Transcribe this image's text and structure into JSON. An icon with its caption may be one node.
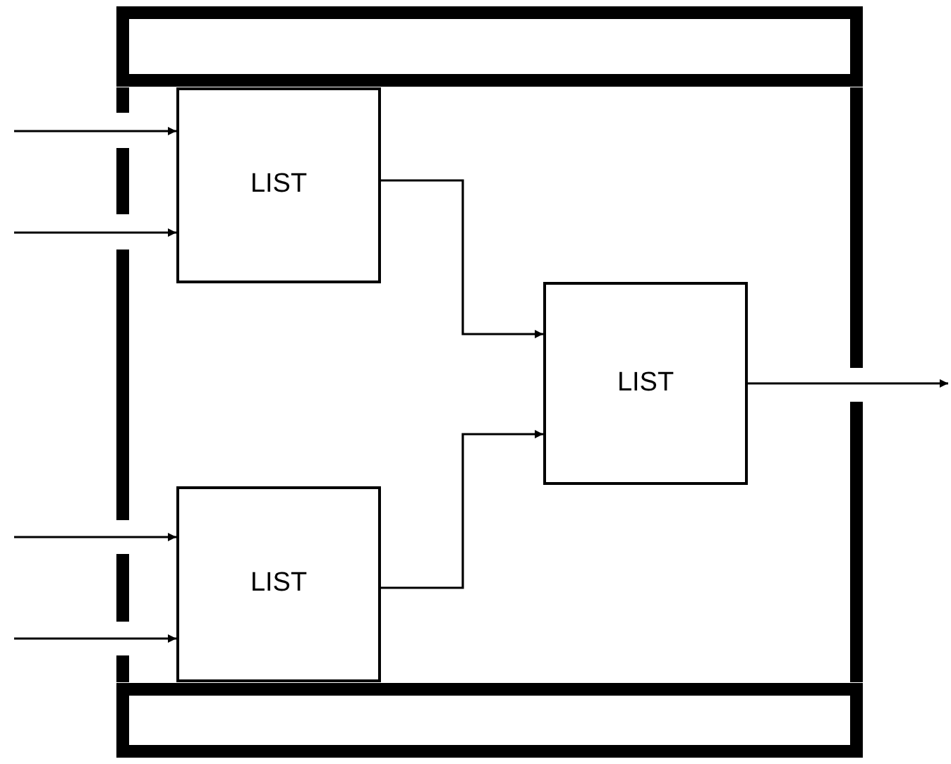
{
  "diagram": {
    "nodes": [
      {
        "text": [
          "LIST"
        ]
      },
      {
        "text": [
          "LIST"
        ]
      },
      {
        "text": [
          "LIST"
        ]
      }
    ],
    "edges": [
      {
        "from": null,
        "to": 0,
        "arrow": "to"
      },
      {
        "from": null,
        "to": 0,
        "arrow": "to"
      },
      {
        "from": null,
        "to": 1,
        "arrow": "to"
      },
      {
        "from": null,
        "to": 1,
        "arrow": "to"
      },
      {
        "from": 0,
        "to": 2,
        "arrow": "to"
      },
      {
        "from": 1,
        "to": 2,
        "arrow": "to"
      },
      {
        "from": 2,
        "to": null,
        "arrow": "to"
      }
    ]
  }
}
